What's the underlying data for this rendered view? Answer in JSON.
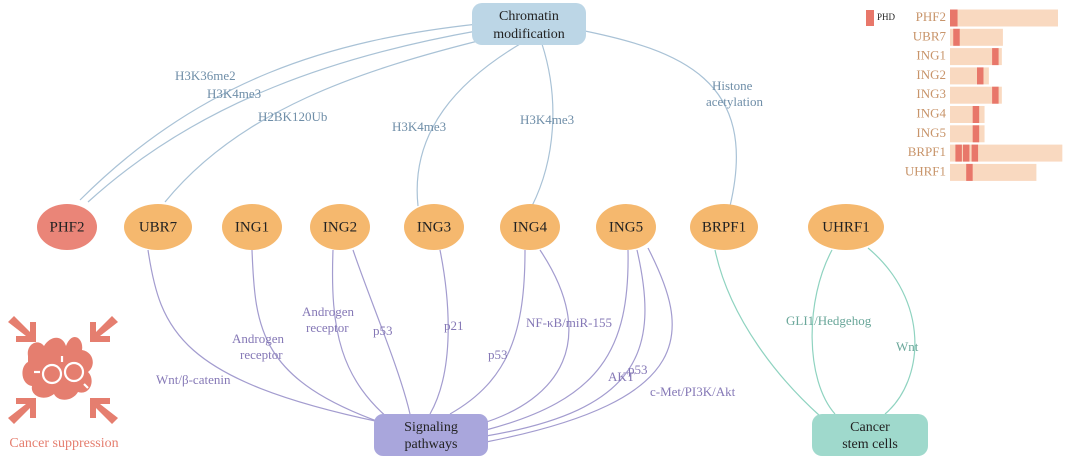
{
  "top_box": {
    "line1": "Chromatin",
    "line2": "modification"
  },
  "bottom_boxes": {
    "signaling": {
      "line1": "Signaling",
      "line2": "pathways"
    },
    "stem": {
      "line1": "Cancer",
      "line2": "stem cells"
    }
  },
  "proteins": [
    {
      "id": "phf2",
      "label": "PHF2"
    },
    {
      "id": "ubr7",
      "label": "UBR7"
    },
    {
      "id": "ing1",
      "label": "ING1"
    },
    {
      "id": "ing2",
      "label": "ING2"
    },
    {
      "id": "ing3",
      "label": "ING3"
    },
    {
      "id": "ing4",
      "label": "ING4"
    },
    {
      "id": "ing5",
      "label": "ING5"
    },
    {
      "id": "brpf1",
      "label": "BRPF1"
    },
    {
      "id": "uhrf1",
      "label": "UHRF1"
    }
  ],
  "chromatin_edge_labels": {
    "h3k36me2": "H3K36me2",
    "h3k4me3_phf2": "H3K4me3",
    "h2bk120ub": "H2BK120Ub",
    "h3k4me3_ing3": "H3K4me3",
    "h3k4me3_ing4": "H3K4me3",
    "histone_1": "Histone",
    "histone_2": "acetylation"
  },
  "signaling_edge_labels": {
    "wnt_catenin": "Wnt/β-catenin",
    "androgen_ing1_1": "Androgen",
    "androgen_ing1_2": "receptor",
    "androgen_ing2_1": "Androgen",
    "androgen_ing2_2": "receptor",
    "p53_ing2": "p53",
    "p21": "p21",
    "p53_ing4": "p53",
    "nfkb": "NF-κB/miR-155",
    "akt": "AKT",
    "p53_ing5": "p53",
    "cmet": "c-Met/PI3K/Akt"
  },
  "stem_edge_labels": {
    "gli1": "GLI1/Hedgehog",
    "wnt": "Wnt"
  },
  "cancer_suppression": "Cancer suppression",
  "legend": {
    "key_label": "PHD",
    "rows": [
      {
        "label": "PHF2",
        "length": 1.0,
        "phd": [
          [
            0.0,
            0.07
          ]
        ]
      },
      {
        "label": "UBR7",
        "length": 0.49,
        "phd": [
          [
            0.03,
            0.09
          ]
        ]
      },
      {
        "label": "ING1",
        "length": 0.48,
        "phd": [
          [
            0.39,
            0.45
          ]
        ]
      },
      {
        "label": "ING2",
        "length": 0.36,
        "phd": [
          [
            0.25,
            0.31
          ]
        ]
      },
      {
        "label": "ING3",
        "length": 0.48,
        "phd": [
          [
            0.39,
            0.45
          ]
        ]
      },
      {
        "label": "ING4",
        "length": 0.32,
        "phd": [
          [
            0.21,
            0.27
          ]
        ]
      },
      {
        "label": "ING5",
        "length": 0.32,
        "phd": [
          [
            0.21,
            0.27
          ]
        ]
      },
      {
        "label": "BRPF1",
        "length": 1.04,
        "phd": [
          [
            0.05,
            0.11
          ],
          [
            0.12,
            0.18
          ],
          [
            0.2,
            0.26
          ]
        ]
      },
      {
        "label": "UHRF1",
        "length": 0.8,
        "phd": [
          [
            0.15,
            0.21
          ]
        ]
      }
    ]
  },
  "colors": {
    "chromatin_box": "#bcd6e6",
    "signaling_box": "#a9a6dc",
    "stem_box": "#9fd9cc",
    "protein_fill": "#f5b86e",
    "phf2_fill": "#ea8578",
    "chromatin_edge": "#a9c2d6",
    "signaling_edge": "#a39ccf",
    "stem_edge": "#8fd3c0",
    "chromatin_text": "#6f8ea8",
    "signaling_text": "#8578b6",
    "stem_text": "#6aa79a",
    "suppression": "#e57e6f",
    "legend_bar": "#f9d9c0",
    "legend_phd": "#e8776a"
  }
}
